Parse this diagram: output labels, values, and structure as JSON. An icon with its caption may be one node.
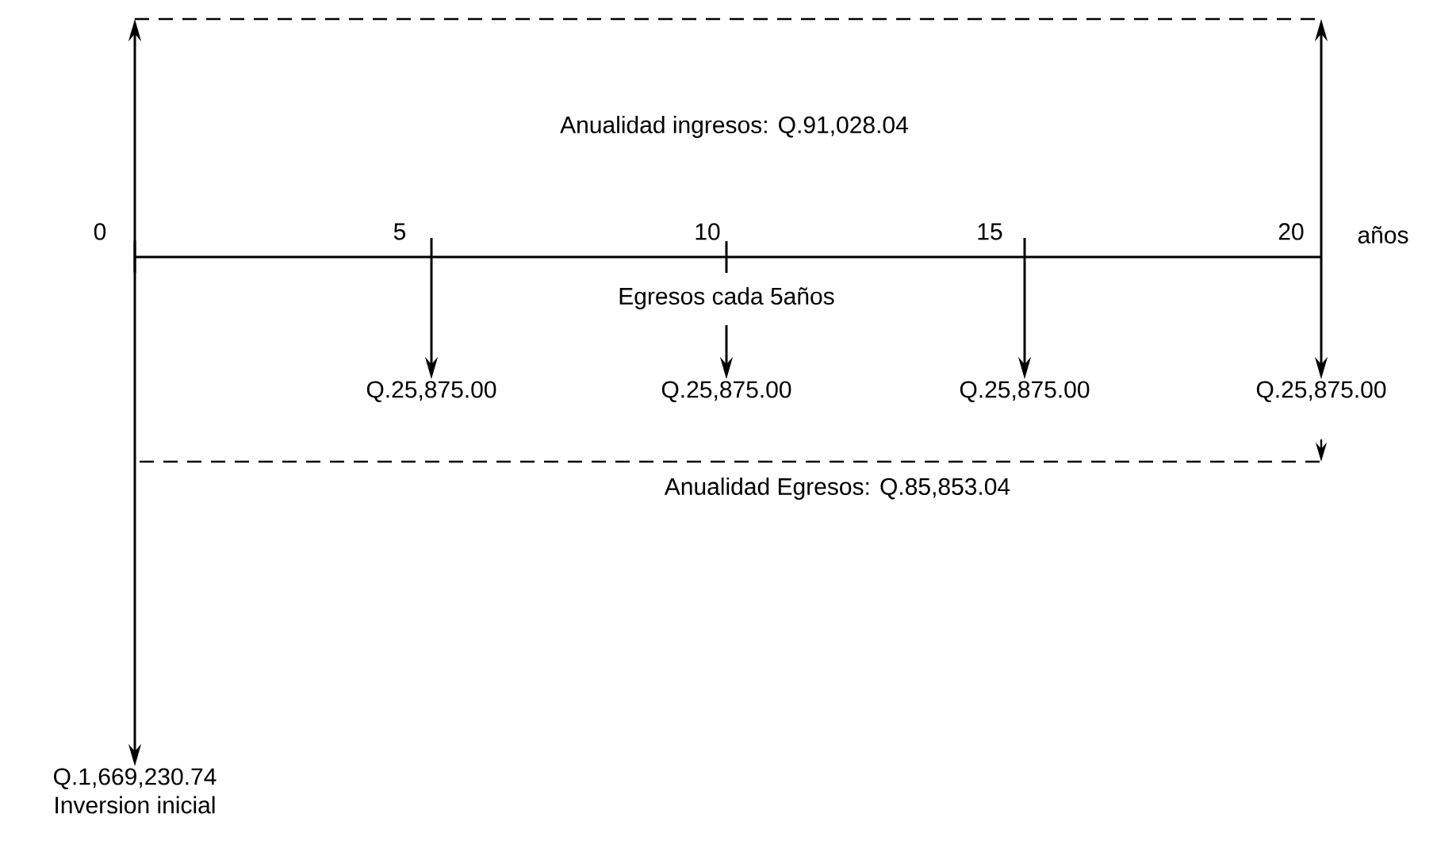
{
  "diagram": {
    "nodes": [
      {
        "text": [
          "Q.25,875.00"
        ]
      },
      {
        "text": [
          "Q.25,875.00"
        ]
      },
      {
        "text": [
          "Q.25,875.00"
        ]
      },
      {
        "text": [
          "Q.25,875.00"
        ]
      },
      {
        "text": [
          "Q.1,669,230.74",
          "Inversion inicial"
        ]
      }
    ],
    "edges": [
      {
        "from": null,
        "to": 0,
        "arrow": "to"
      },
      {
        "from": null,
        "to": 1,
        "arrow": "to"
      },
      {
        "from": null,
        "to": 2,
        "arrow": "to"
      },
      {
        "from": null,
        "to": 3,
        "arrow": "both"
      },
      {
        "from": null,
        "to": 4,
        "arrow": "to"
      }
    ],
    "labels": [
      "Anualidad ingresos:  Q.91,028.04",
      "0",
      "5",
      "10",
      "15",
      "20",
      "años",
      "Egresos cada 5años",
      "Anualidad Egresos: Q.85,853.04"
    ]
  }
}
